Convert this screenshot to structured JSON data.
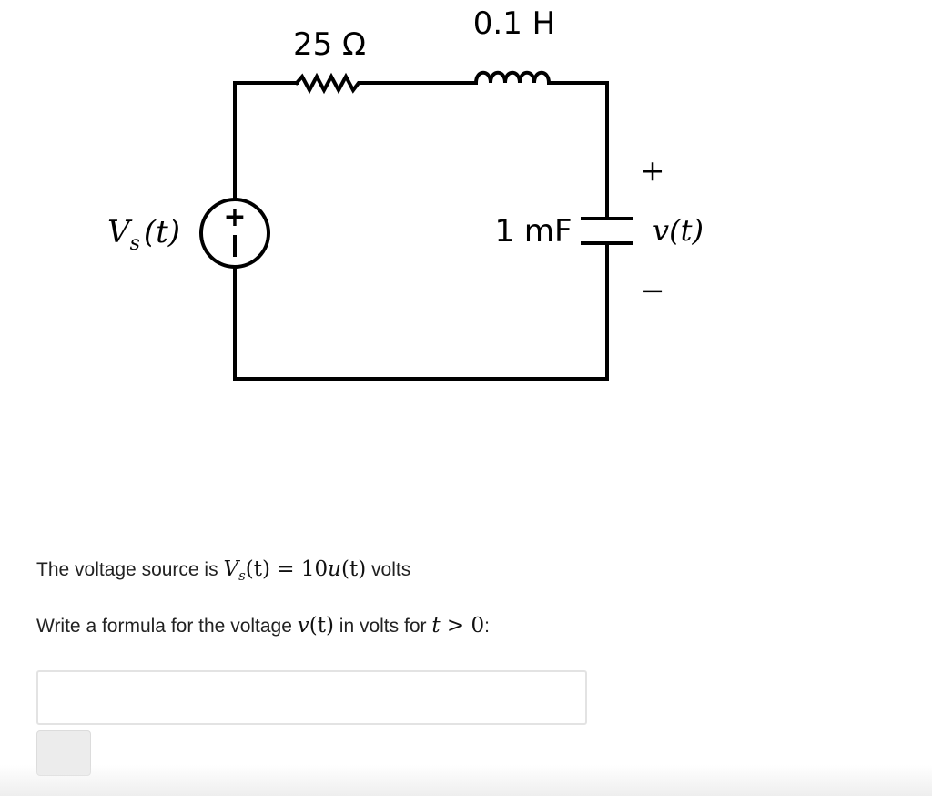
{
  "circuit": {
    "resistor_label": "25 Ω",
    "inductor_label": "0.1 H",
    "capacitor_label": "1 mF",
    "source_symbol": "V",
    "source_subscript": "s",
    "source_arg": "(t)",
    "output_voltage_label": "v(t)",
    "plus_sign": "+",
    "minus_sign": "−"
  },
  "question": {
    "line1_prefix": "The voltage source is ",
    "line1_math_V": "V",
    "line1_math_sub": "s",
    "line1_math_arg": "(t)",
    "line1_math_eq": " = ",
    "line1_math_num": "10",
    "line1_math_u": "u",
    "line1_math_uarg": "(t)",
    "line1_suffix": " volts",
    "line2_prefix": "Write a formula for the voltage ",
    "line2_math_v": "v",
    "line2_math_varg": "(t)",
    "line2_middle": " in volts for ",
    "line2_math_t": "t",
    "line2_math_gt": " > ",
    "line2_math_zero": "0",
    "line2_suffix": ":"
  },
  "answer": {
    "value": "",
    "placeholder": ""
  },
  "submit": {
    "label": ""
  }
}
